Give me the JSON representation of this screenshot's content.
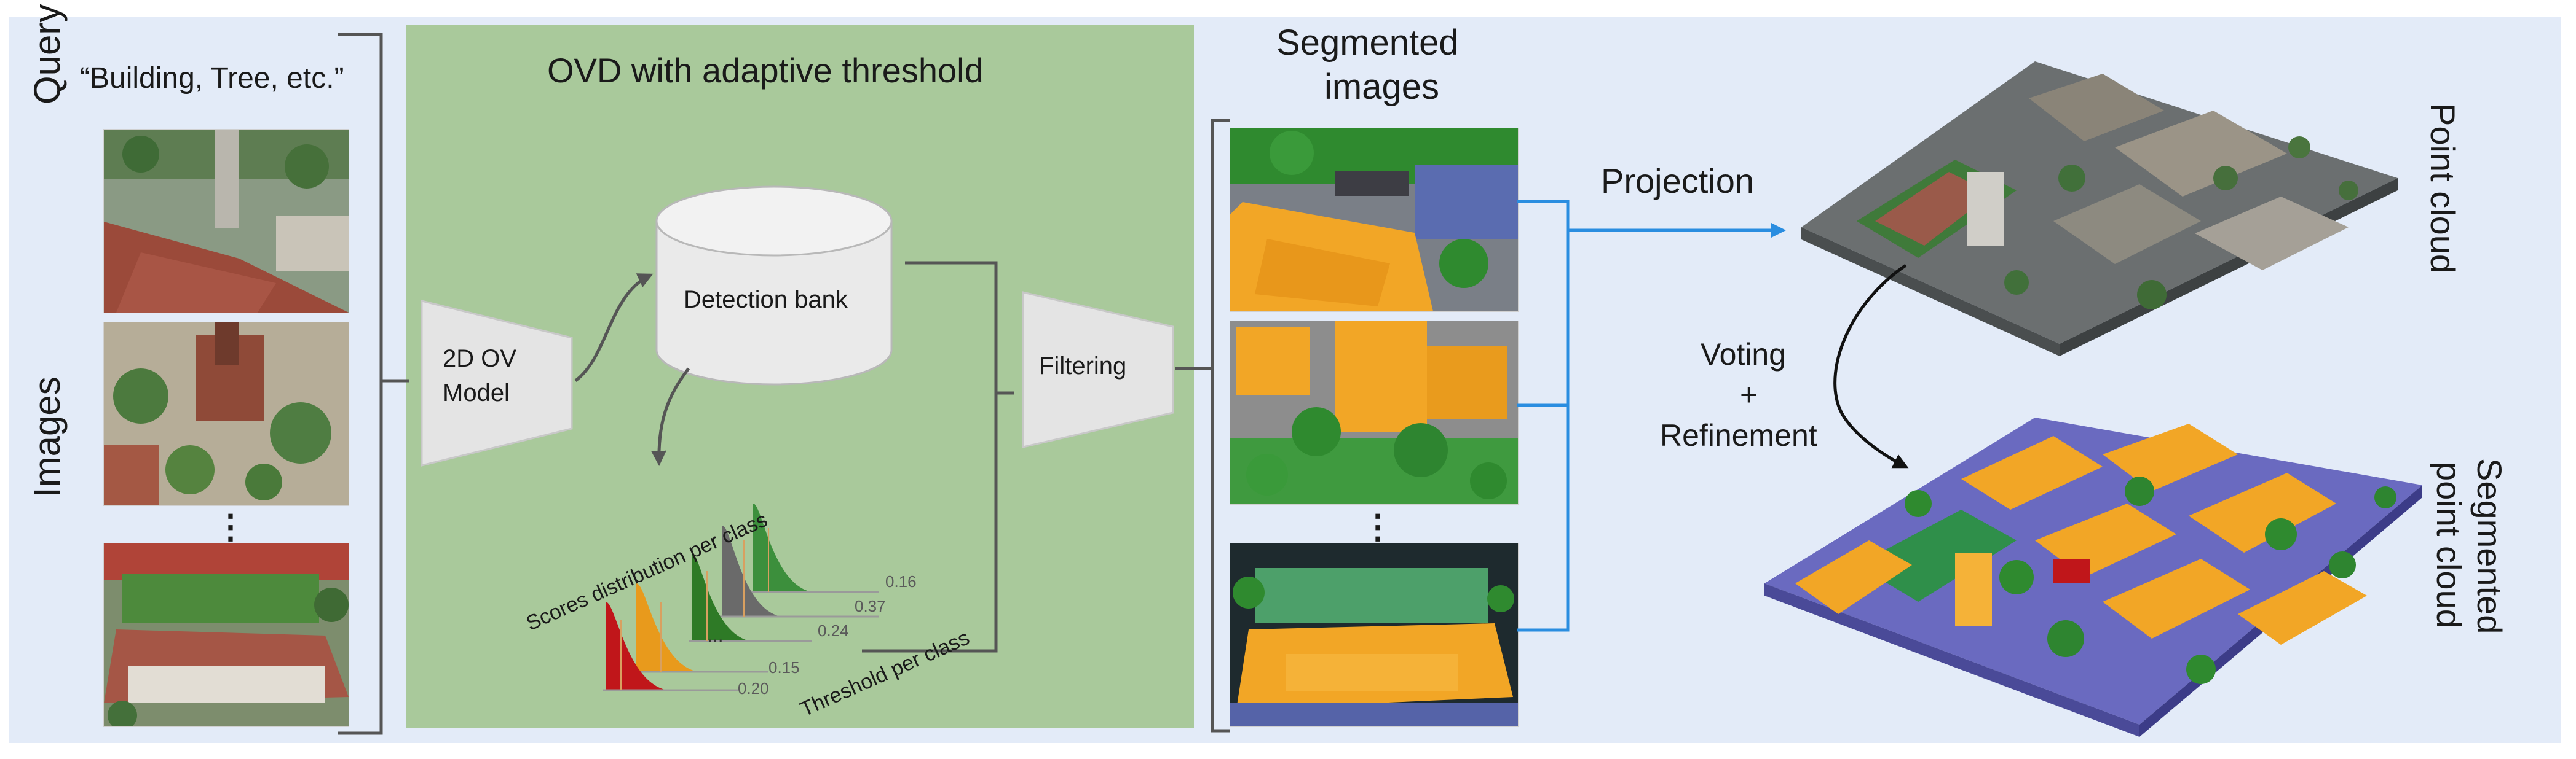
{
  "query": {
    "label": "Query",
    "text": "“Building, Tree, etc.”"
  },
  "images_label": "Images",
  "ovd": {
    "title": "OVD with adaptive threshold",
    "model_label_line1": "2D OV",
    "model_label_line2": "Model",
    "detection_bank_label": "Detection bank",
    "scores_label": "Scores distribution per class",
    "threshold_label": "Threshold per class",
    "threshold_values": [
      "0.16",
      "0.37",
      "0.24",
      "0.15",
      "0.20"
    ],
    "filtering_label": "Filtering"
  },
  "segmented_images": {
    "title_line1": "Segmented",
    "title_line2": "images"
  },
  "ellipsis": "⋮",
  "dots": "...",
  "projection_label": "Projection",
  "voting_line1": "Voting",
  "voting_line2": "+",
  "voting_line3": "Refinement",
  "point_cloud_label": "Point cloud",
  "segmented_point_cloud_line1": "Segmented",
  "segmented_point_cloud_line2": "point cloud",
  "colors": {
    "background": "#e3ebf8",
    "ovd_panel": "#a9c99b",
    "arrow_blue": "#2a8de0",
    "building_orange": "#f2a626",
    "tree_green": "#2f8a2f",
    "bracket_gray": "#555555"
  }
}
